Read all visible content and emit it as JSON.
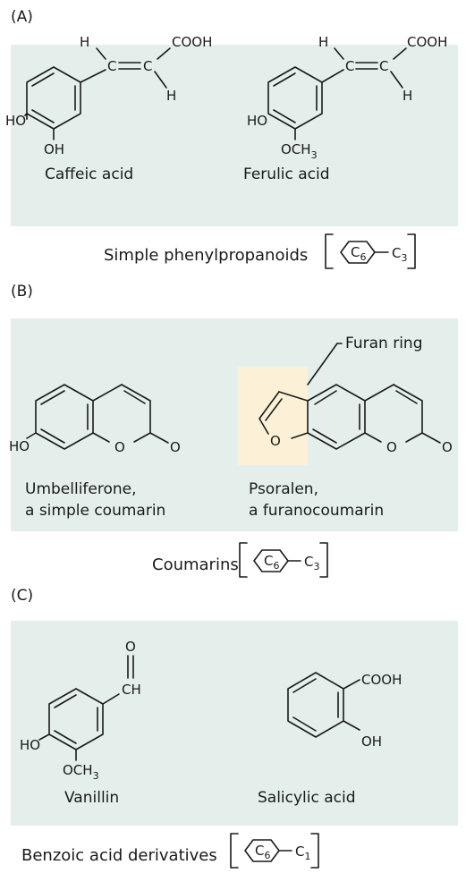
{
  "sections": [
    {
      "letter": "(A)",
      "compounds": [
        {
          "name": "Caffeic acid",
          "labels": {
            "h_top": "H",
            "cooh": "COOH",
            "c_a": "C",
            "c_b": "C",
            "h_bot": "H",
            "ho": "HO",
            "sub": "OH"
          }
        },
        {
          "name": "Ferulic acid",
          "labels": {
            "h_top": "H",
            "cooh": "COOH",
            "c_a": "C",
            "c_b": "C",
            "h_bot": "H",
            "ho": "HO",
            "sub": "OCH",
            "sub_idx": "3"
          }
        }
      ],
      "class": {
        "text": "Simple phenylpropanoids",
        "ring": "C",
        "ring_idx": "6",
        "chain": "C",
        "chain_idx": "3"
      }
    },
    {
      "letter": "(B)",
      "compounds": [
        {
          "name_line1": "Umbelliferone,",
          "name_line2": "a simple coumarin",
          "labels": {
            "ho": "HO",
            "o_ring": "O",
            "o_carbonyl": "O"
          }
        },
        {
          "name_line1": "Psoralen,",
          "name_line2": "a furanocoumarin",
          "labels": {
            "o_furan": "O",
            "o_ring": "O",
            "o_carbonyl": "O"
          },
          "callout": "Furan ring"
        }
      ],
      "class": {
        "text": "Coumarins",
        "ring": "C",
        "ring_idx": "6",
        "chain": "C",
        "chain_idx": "3"
      }
    },
    {
      "letter": "(C)",
      "compounds": [
        {
          "name": "Vanillin",
          "labels": {
            "o_ald": "O",
            "ch": "CH",
            "ho": "HO",
            "sub": "OCH",
            "sub_idx": "3"
          }
        },
        {
          "name": "Salicylic acid",
          "labels": {
            "cooh": "COOH",
            "oh": "OH"
          }
        }
      ],
      "class": {
        "text": "Benzoic acid derivatives",
        "ring": "C",
        "ring_idx": "6",
        "chain": "C",
        "chain_idx": "1"
      }
    }
  ],
  "colors": {
    "panel": "#e4efec",
    "furan_highlight": "#fcf1d7",
    "ink": "#1a1a1a"
  }
}
